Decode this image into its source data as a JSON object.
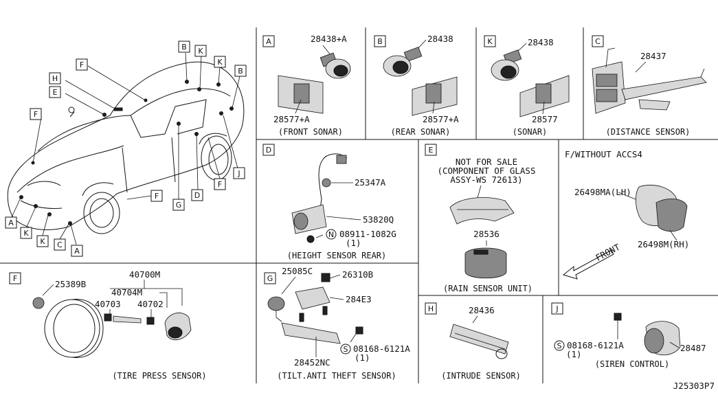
{
  "diagram_id": "J25303P7",
  "callouts": {
    "A": "A",
    "B": "B",
    "C": "C",
    "D": "D",
    "E": "E",
    "F": "F",
    "G": "G",
    "H": "H",
    "J": "J",
    "K": "K"
  },
  "panels": {
    "front_sonar": {
      "tag": "A",
      "parts": [
        "28438+A",
        "28577+A"
      ],
      "caption": "(FRONT SONAR)"
    },
    "rear_sonar": {
      "tag": "B",
      "parts": [
        "28438",
        "28577+A"
      ],
      "caption": "(REAR SONAR)"
    },
    "sonar": {
      "tag": "K",
      "parts": [
        "28438",
        "28577"
      ],
      "caption": "(SONAR)"
    },
    "distance_sensor": {
      "tag": "C",
      "parts": [
        "28437"
      ],
      "caption": "(DISTANCE SENSOR)"
    },
    "height_sensor_rear": {
      "tag": "D",
      "parts": [
        "25347A",
        "53820Q",
        "08911-1082G"
      ],
      "qty": "(1)",
      "nut_symbol": "N",
      "caption": "(HEIGHT SENSOR REAR)"
    },
    "rain_sensor": {
      "tag": "E",
      "note_lines": [
        "NOT FOR SALE",
        "(COMPONENT OF GLASS",
        "ASSY-WS 72613)"
      ],
      "parts": [
        "28536"
      ],
      "caption": "(RAIN SENSOR UNIT)"
    },
    "without_accs4": {
      "heading": "F/WITHOUT ACCS4",
      "parts": [
        "26498MA(LH)",
        "26498M(RH)"
      ],
      "front_label": "FRONT"
    },
    "tire_press": {
      "tag": "F",
      "parts": [
        "25389B",
        "40700M",
        "40704M",
        "40703",
        "40702"
      ],
      "caption": "(TIRE PRESS SENSOR)"
    },
    "tilt_anti_theft": {
      "tag": "G",
      "parts": [
        "25085C",
        "26310B",
        "284E3",
        "08168-6121A",
        "28452NC"
      ],
      "qty": "(1)",
      "bolt_symbol": "S",
      "caption": "(TILT.ANTI THEFT SENSOR)"
    },
    "intrude_sensor": {
      "tag": "H",
      "parts": [
        "28436"
      ],
      "caption": "(INTRUDE SENSOR)"
    },
    "siren_control": {
      "tag": "J",
      "parts": [
        "08168-6121A",
        "28487"
      ],
      "qty": "(1)",
      "bolt_symbol": "S",
      "caption": "(SIREN CONTROL)"
    }
  }
}
